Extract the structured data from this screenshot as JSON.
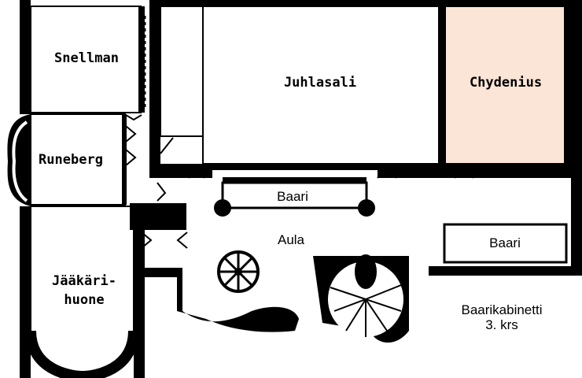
{
  "colors": {
    "highlight": "#fbe5d6",
    "wall": "#000000",
    "background": "#ffffff"
  },
  "rooms": {
    "snellman": "Snellman",
    "juhlasali": "Juhlasali",
    "chydenius": "Chydenius",
    "runeberg": "Runeberg",
    "jaakari_line1": "Jääkäri-",
    "jaakari_line2": "huone"
  },
  "labels": {
    "baari_center": "Baari",
    "aula": "Aula",
    "baari_right": "Baari",
    "baarikabinetti_line1": "Baarikabinetti",
    "baarikabinetti_line2": "3. krs"
  },
  "highlighted_room": "chydenius"
}
